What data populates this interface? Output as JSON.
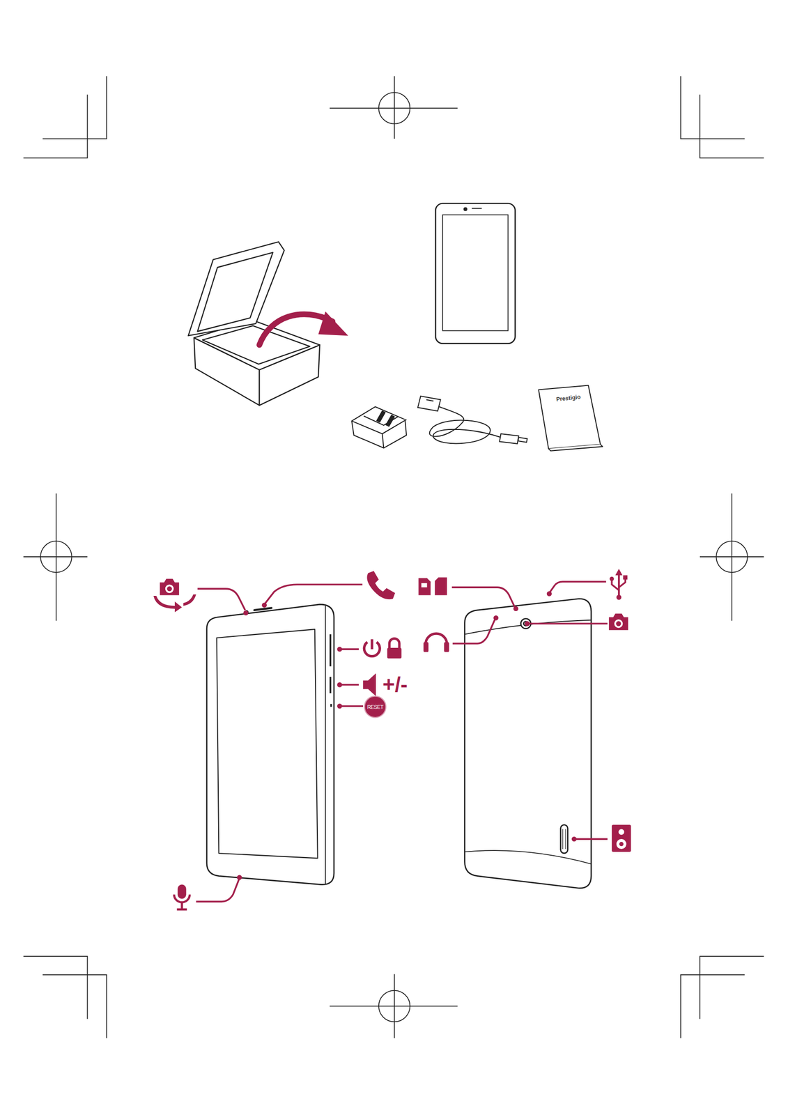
{
  "diagram": {
    "labels": [
      "+/-",
      "RESET",
      "Prestigio"
    ]
  }
}
